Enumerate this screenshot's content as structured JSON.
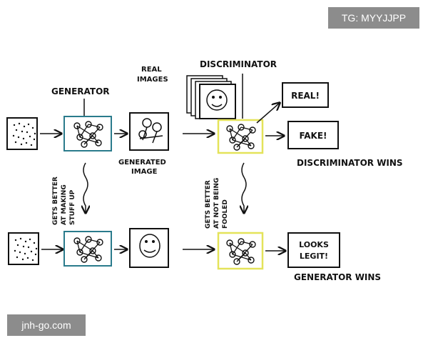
{
  "badges": {
    "top_right": "TG: MYYJJPP",
    "bottom_left": "jnh-go.com"
  },
  "labels": {
    "generator": "GENERATOR",
    "discriminator": "DISCRIMINATOR",
    "real_images_line1": "REAL",
    "real_images_line2": "IMAGES",
    "generated_image_line1": "GENERATED",
    "generated_image_line2": "IMAGE",
    "real_output": "REAL!",
    "fake_output": "FAKE!",
    "discriminator_wins": "DISCRIMINATOR WINS",
    "looks_legit_line1": "LOOKS",
    "looks_legit_line2": "LEGIT!",
    "generator_wins": "GENERATOR WINS",
    "gen_better_line1": "GETS BETTER",
    "gen_better_line2": "AT MAKING",
    "gen_better_line3": "STUFF UP",
    "disc_better_line1": "GETS BETTER",
    "disc_better_line2": "AT NOT BEING",
    "disc_better_line3": "FOOLED"
  },
  "colors": {
    "generator": "#2a7b8c",
    "discriminator": "#e4e35a",
    "real": "#2bb34a",
    "fake": "#2bb34a",
    "legit": "#e0473f"
  }
}
